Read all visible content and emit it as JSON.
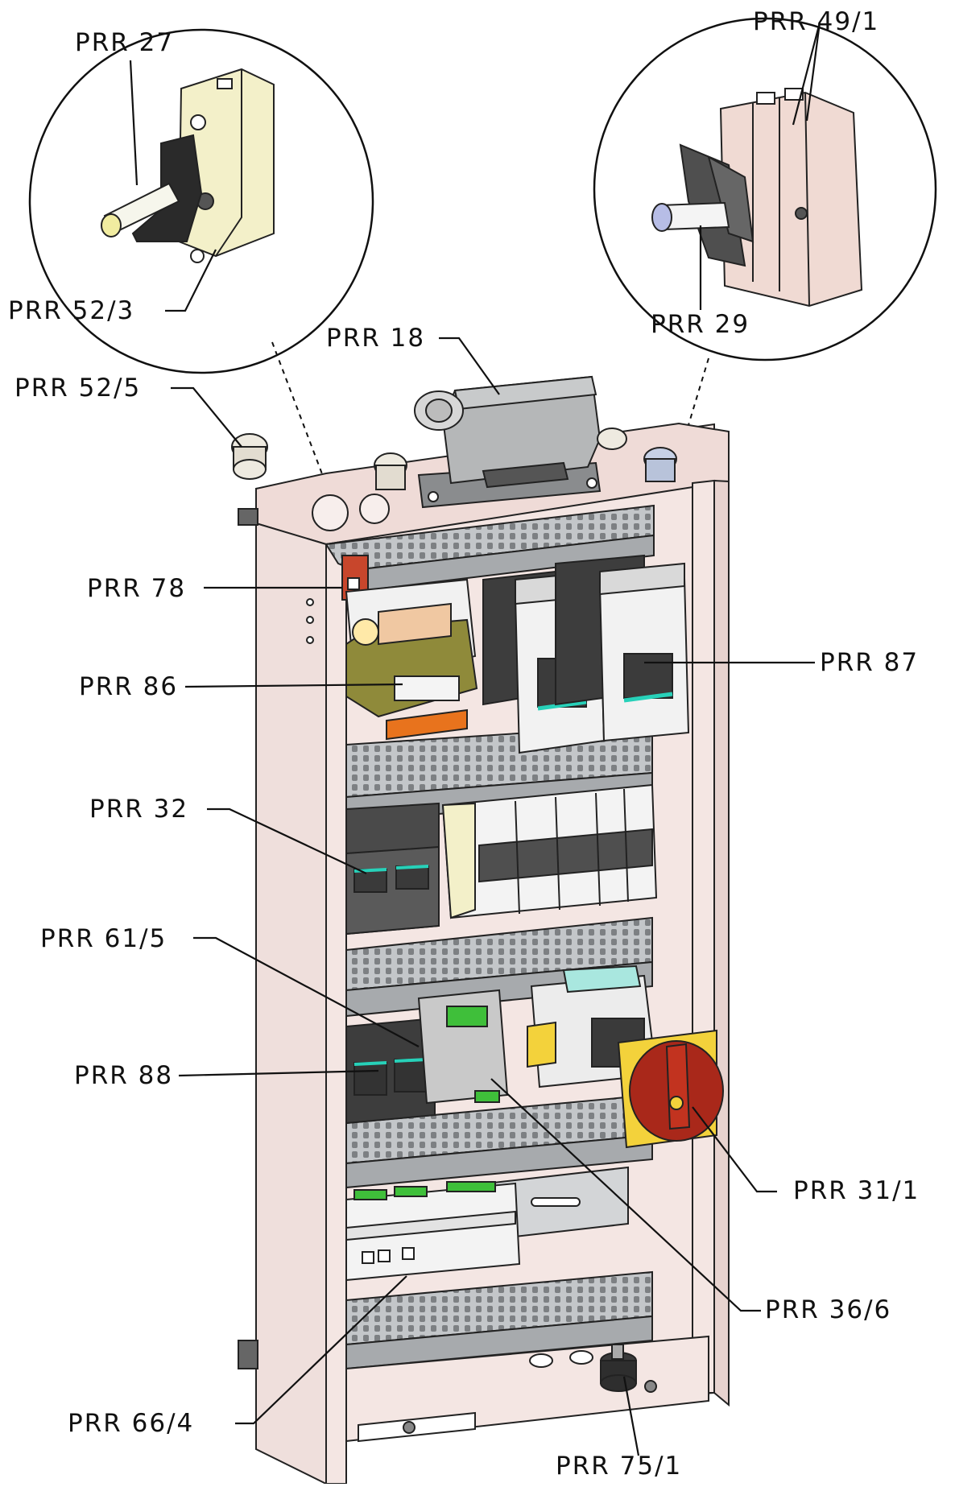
{
  "labels": {
    "prr27": "PRR 27",
    "prr49_1": "PRR 49/1",
    "prr52_3": "PRR 52/3",
    "prr29": "PRR 29",
    "prr18": "PRR 18",
    "prr52_5": "PRR 52/5",
    "prr78": "PRR 78",
    "prr86": "PRR 86",
    "prr87": "PRR 87",
    "prr32": "PRR 32",
    "prr61_5": "PRR 61/5",
    "prr88": "PRR 88",
    "prr31_1": "PRR 31/1",
    "prr36_6": "PRR 36/6",
    "prr66_4": "PRR 66/4",
    "prr75_1": "PRR 75/1"
  },
  "colors": {
    "cabinet": "#f4e6e3",
    "cabinet_shade": "#e7d3cf",
    "duct": "#b9bcbf",
    "contactor": "#f2f2f2",
    "contactor_dark": "#3d3d3d",
    "fuse_holder": "#f3f0c9",
    "transformer": "#8f8a3a",
    "terminal_orange": "#e8731d",
    "switch_yellow": "#f3d23b",
    "switch_red": "#a9281a",
    "connector_grey": "#b5b7b8"
  }
}
